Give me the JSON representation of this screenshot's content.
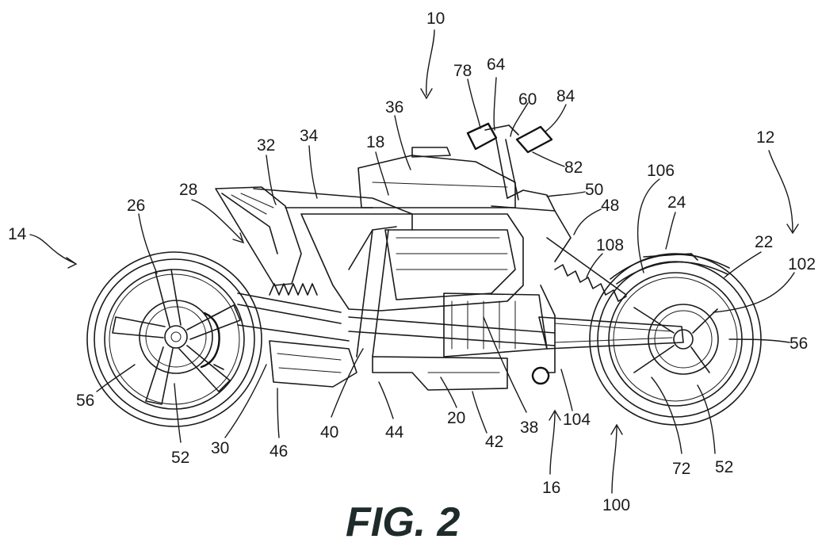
{
  "figure": {
    "title": "FIG. 2"
  },
  "callouts": [
    {
      "id": "c10",
      "text": "10"
    },
    {
      "id": "c12",
      "text": "12"
    },
    {
      "id": "c14",
      "text": "14"
    },
    {
      "id": "c16",
      "text": "16"
    },
    {
      "id": "c18",
      "text": "18"
    },
    {
      "id": "c20",
      "text": "20"
    },
    {
      "id": "c22",
      "text": "22"
    },
    {
      "id": "c24",
      "text": "24"
    },
    {
      "id": "c26",
      "text": "26"
    },
    {
      "id": "c28",
      "text": "28"
    },
    {
      "id": "c30",
      "text": "30"
    },
    {
      "id": "c32",
      "text": "32"
    },
    {
      "id": "c34",
      "text": "34"
    },
    {
      "id": "c36",
      "text": "36"
    },
    {
      "id": "c38",
      "text": "38"
    },
    {
      "id": "c40",
      "text": "40"
    },
    {
      "id": "c42",
      "text": "42"
    },
    {
      "id": "c44",
      "text": "44"
    },
    {
      "id": "c46",
      "text": "46"
    },
    {
      "id": "c48",
      "text": "48"
    },
    {
      "id": "c50",
      "text": "50"
    },
    {
      "id": "c52a",
      "text": "52"
    },
    {
      "id": "c52b",
      "text": "52"
    },
    {
      "id": "c56a",
      "text": "56"
    },
    {
      "id": "c56b",
      "text": "56"
    },
    {
      "id": "c60",
      "text": "60"
    },
    {
      "id": "c64",
      "text": "64"
    },
    {
      "id": "c72",
      "text": "72"
    },
    {
      "id": "c78",
      "text": "78"
    },
    {
      "id": "c82",
      "text": "82"
    },
    {
      "id": "c84",
      "text": "84"
    },
    {
      "id": "c100",
      "text": "100"
    },
    {
      "id": "c102",
      "text": "102"
    },
    {
      "id": "c104",
      "text": "104"
    },
    {
      "id": "c106",
      "text": "106"
    },
    {
      "id": "c108",
      "text": "108"
    }
  ]
}
